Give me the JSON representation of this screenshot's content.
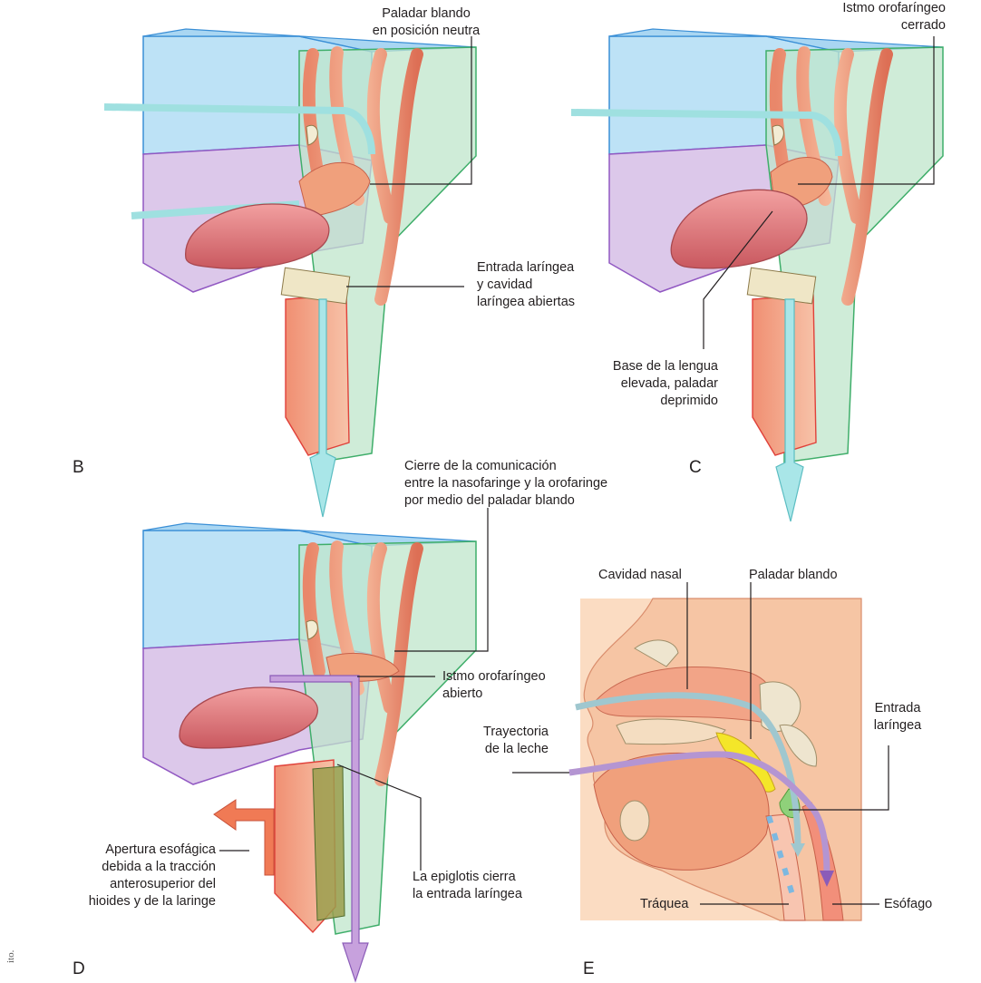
{
  "panels": {
    "B": {
      "letter": "B",
      "soft_palate": [
        "Paladar blando",
        "en posición neutra"
      ],
      "laryngeal_entry": [
        "Entrada laríngea",
        "y cavidad",
        "laríngea abiertas"
      ]
    },
    "C": {
      "letter": "C",
      "isthmus": [
        "Istmo orofaríngeo",
        "cerrado"
      ],
      "tongue_base": [
        "Base de la lengua",
        "elevada, paladar",
        "deprimido"
      ]
    },
    "D": {
      "letter": "D",
      "closure": [
        "Cierre de la comunicación",
        "entre la nasofaringe y la orofaringe",
        "por medio del paladar blando"
      ],
      "isthmus": [
        "Istmo orofaríngeo",
        "abierto"
      ],
      "esophageal": [
        "Apertura esofágica",
        "debida a la tracción",
        "anterosuperior del",
        "hioides y de la laringe"
      ],
      "epiglottis": [
        "La epiglotis cierra",
        "la entrada laríngea"
      ]
    },
    "E": {
      "letter": "E",
      "nasal_cavity": "Cavidad nasal",
      "soft_palate": "Paladar blando",
      "laryngeal_entry": [
        "Entrada",
        "laríngea"
      ],
      "milk_path": [
        "Trayectoria",
        "de la leche"
      ],
      "trachea": "Tráquea",
      "esophagus": "Esófago"
    }
  },
  "side_text": "ito."
}
